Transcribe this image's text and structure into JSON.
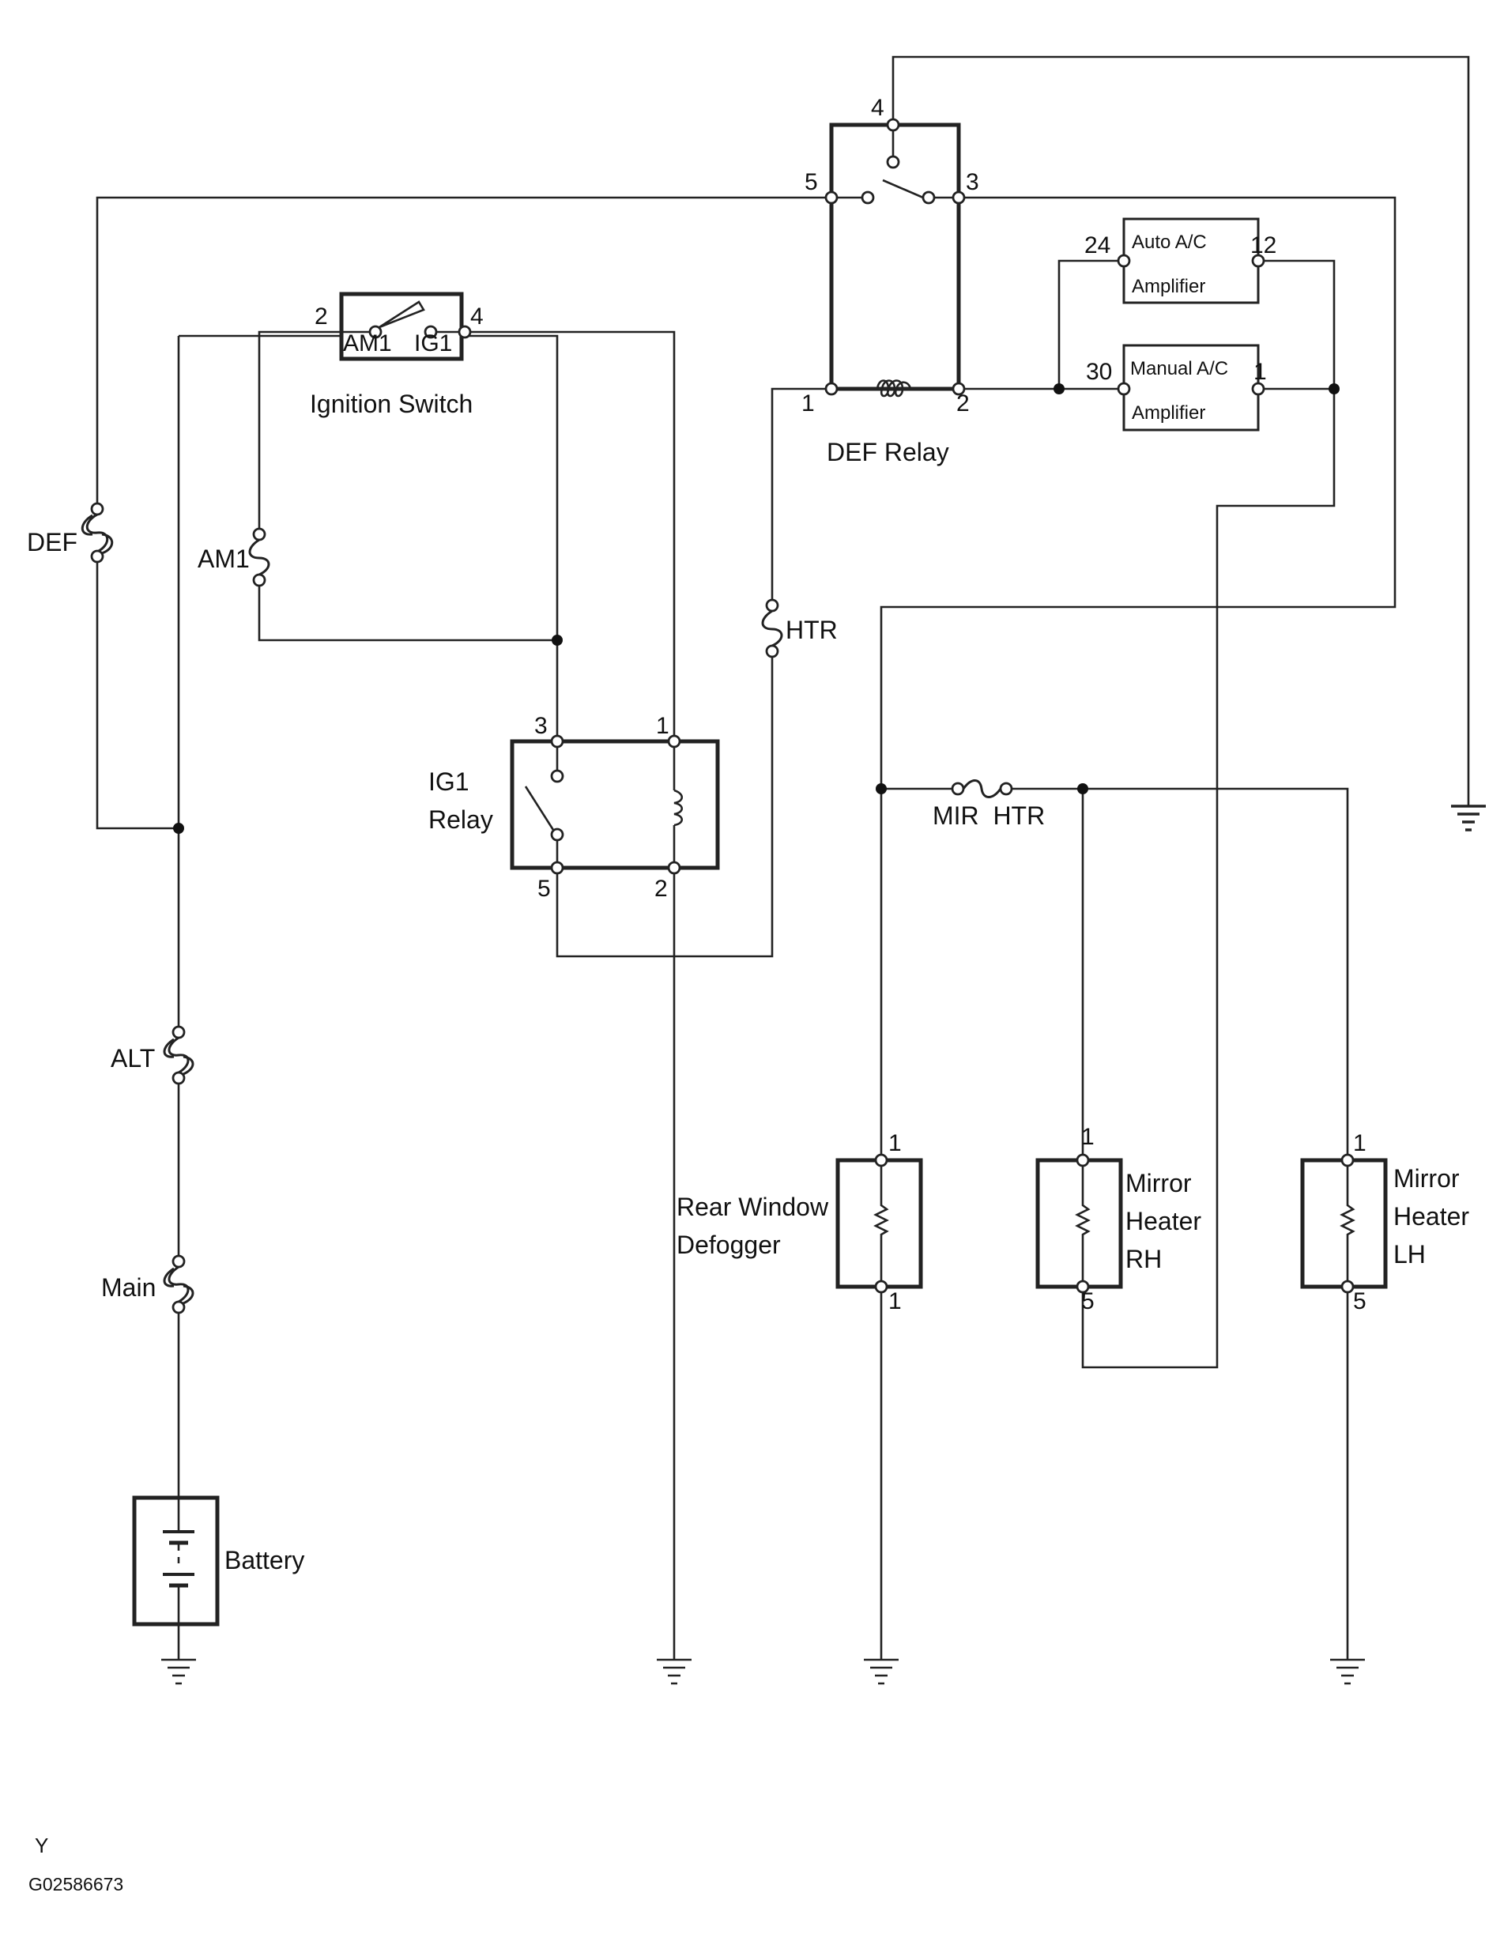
{
  "labels": {
    "ignition_switch": "Ignition Switch",
    "am1_contact": "AM1",
    "ig1_contact": "IG1",
    "def_fuse": "DEF",
    "am1_fuse": "AM1",
    "alt_fuse": "ALT",
    "main_fuse": "Main",
    "htr_fuse": "HTR",
    "mir_htr_fuse": "MIR  HTR",
    "ig1_relay_line1": "IG1",
    "ig1_relay_line2": "Relay",
    "def_relay": "DEF Relay",
    "auto_amp_line1": "Auto A/C",
    "auto_amp_line2": "Amplifier",
    "manual_amp_line1": "Manual A/C",
    "manual_amp_line2": "Amplifier",
    "rear_defogger_line1": "Rear Window",
    "rear_defogger_line2": "Defogger",
    "mirror_rh_line1": "Mirror",
    "mirror_rh_line2": "Heater",
    "mirror_rh_line3": "RH",
    "mirror_lh_line1": "Mirror",
    "mirror_lh_line2": "Heater",
    "mirror_lh_line3": "LH",
    "battery": "Battery"
  },
  "pins": {
    "ign_2": "2",
    "ign_4": "4",
    "ig1_3": "3",
    "ig1_1": "1",
    "ig1_5": "5",
    "ig1_2": "2",
    "def_4": "4",
    "def_5": "5",
    "def_3": "3",
    "def_1": "1",
    "def_2": "2",
    "auto_24": "24",
    "auto_12": "12",
    "manual_30": "30",
    "manual_1": "1",
    "rear_top": "1",
    "rear_bottom": "1",
    "rh_top": "1",
    "rh_bottom": "5",
    "lh_top": "1",
    "lh_bottom": "5"
  },
  "footer": {
    "letter": "Y",
    "code": "G02586673"
  }
}
